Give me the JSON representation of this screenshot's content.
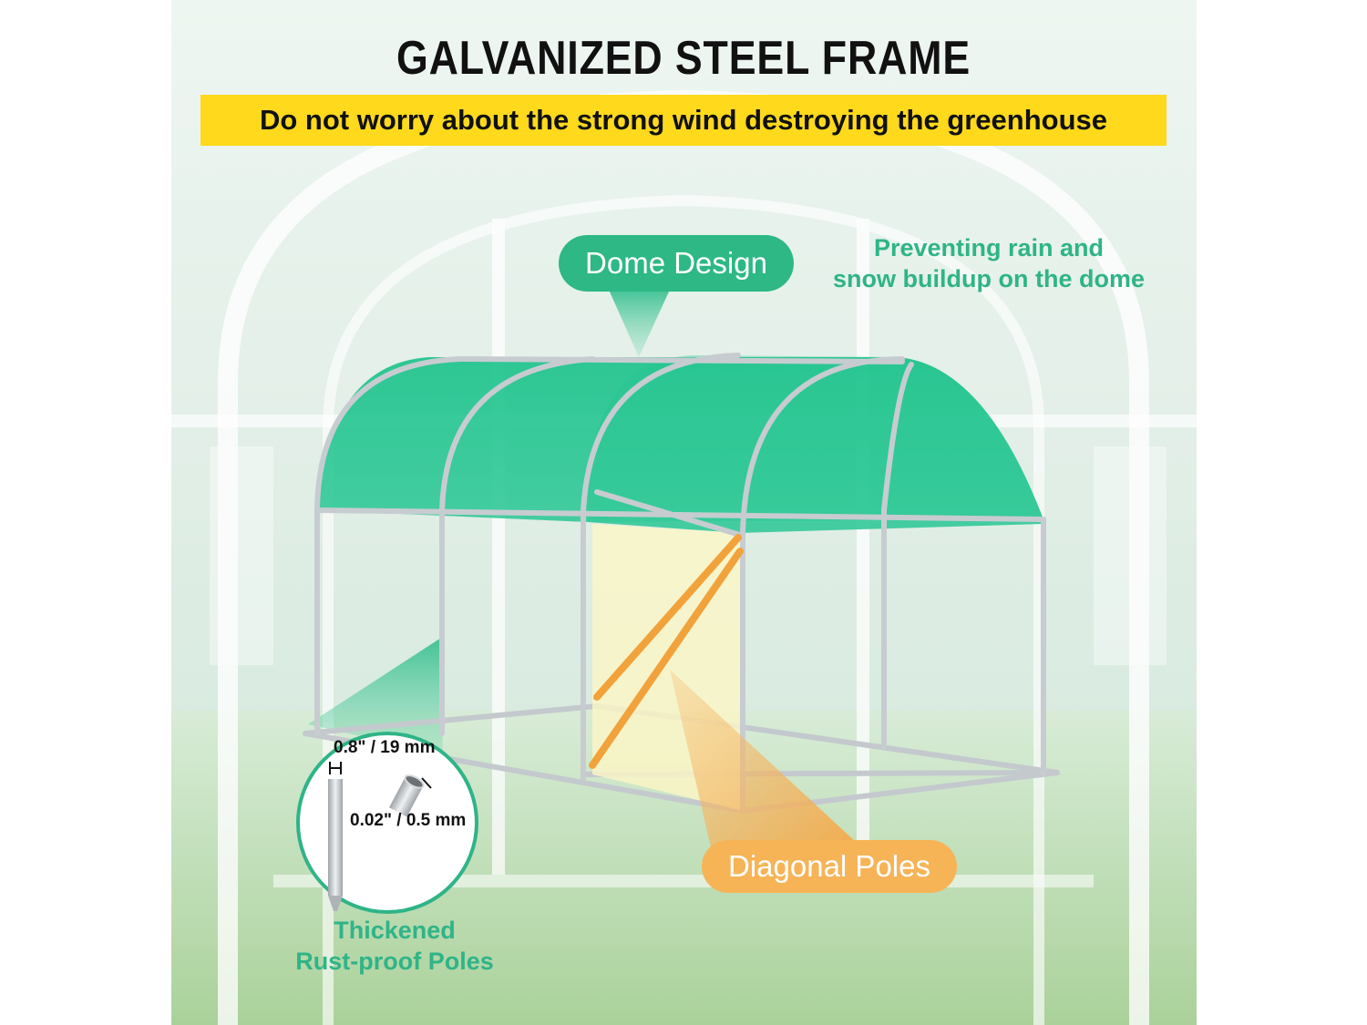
{
  "title": "GALVANIZED STEEL FRAME",
  "subtitle_banner": {
    "text": "Do not worry about the strong wind destroying the greenhouse",
    "color": "#ffd91c"
  },
  "callouts": {
    "dome": {
      "label": "Dome Design",
      "color": "#2db885"
    },
    "dome_note": {
      "line1": "Preventing rain and",
      "line2": "snow buildup on the dome",
      "color": "#2fb487"
    },
    "diagonal": {
      "label": "Diagonal Poles",
      "color": "#f6b457"
    },
    "poles": {
      "line1": "Thickened",
      "line2": "Rust-proof Poles",
      "color": "#2fb487"
    },
    "pole_diameter": "0.8\" / 19 mm",
    "pole_thickness": "0.02\" / 0.5 mm"
  },
  "colors": {
    "cover_green": "#1fbf88",
    "frame_silver": "#c7ccd1",
    "diagonal_orange": "#f2a23a",
    "background_mint": "#e6f2ec"
  }
}
